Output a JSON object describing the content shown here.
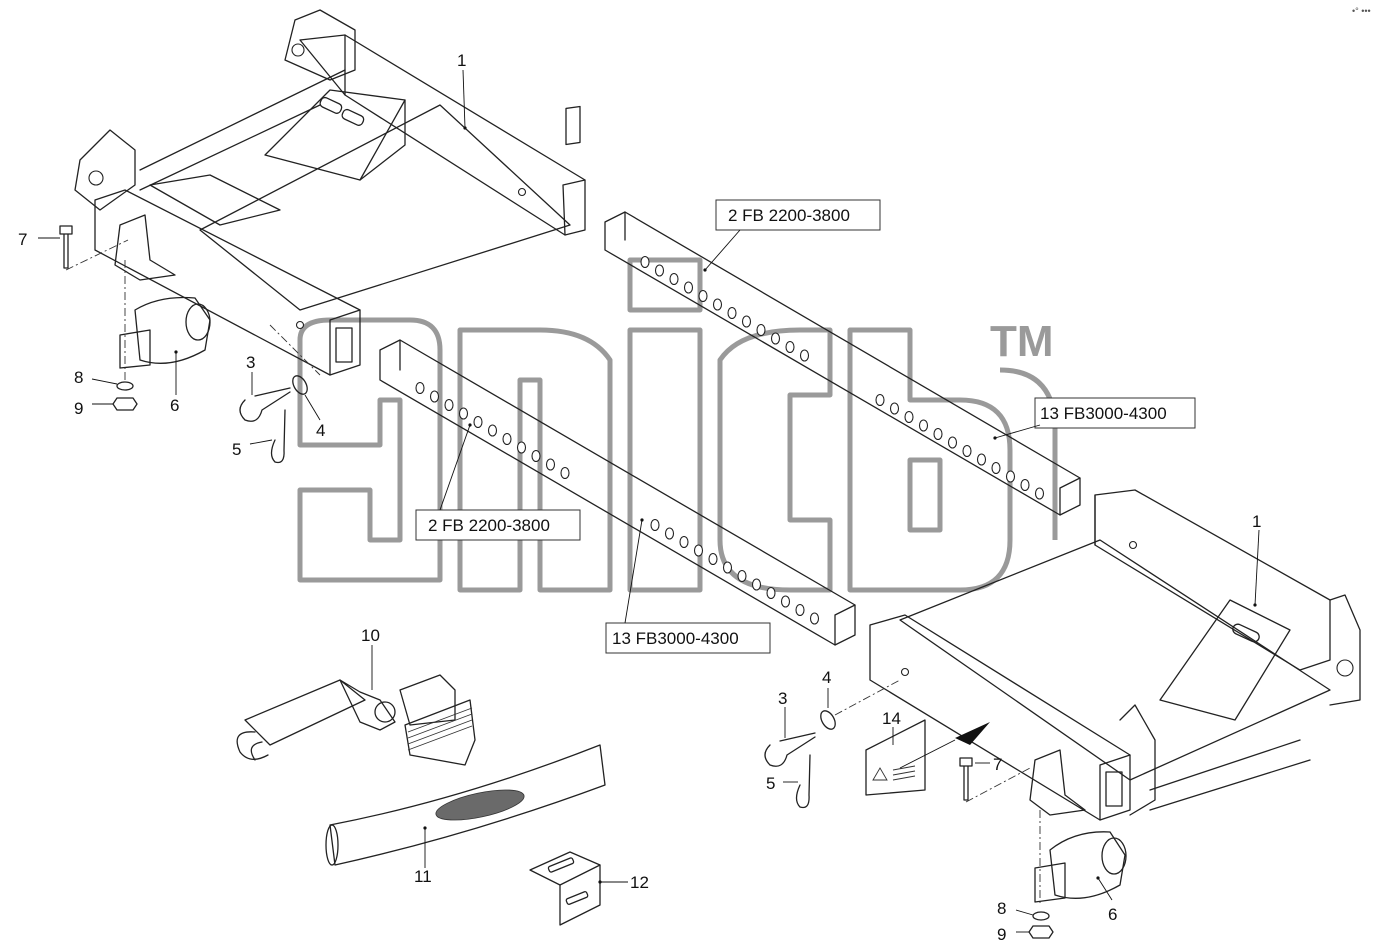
{
  "watermark": {
    "mark": "TM"
  },
  "corner_mark": "•° •••",
  "callouts": {
    "c1a": "1",
    "c1b": "1",
    "c2a": "2  FB 2200-3800",
    "c2b": "2  FB 2200-3800",
    "c13a": "13 FB3000-4300",
    "c13b": "13 FB3000-4300",
    "c3a": "3",
    "c3b": "3",
    "c4a": "4",
    "c4b": "4",
    "c5a": "5",
    "c5b": "5",
    "c6a": "6",
    "c6b": "6",
    "c7a": "7",
    "c7b": "7",
    "c8a": "8",
    "c8b": "8",
    "c9a": "9",
    "c9b": "9",
    "c10": "10",
    "c11": "11",
    "c12": "12",
    "c14": "14"
  }
}
